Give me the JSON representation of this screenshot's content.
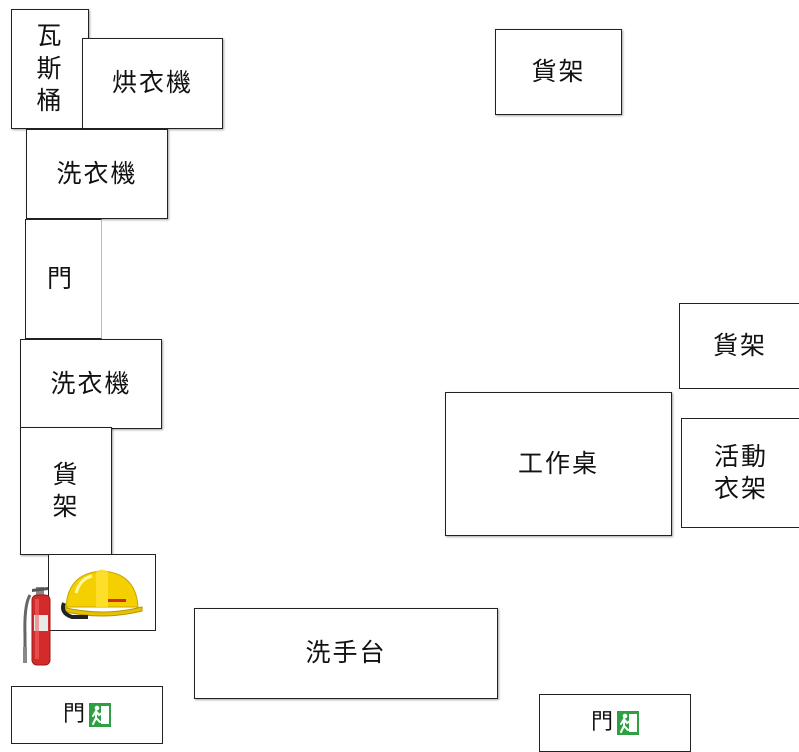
{
  "floorplan": {
    "gas_tank": [
      "瓦",
      "斯",
      "桶"
    ],
    "dryer": "烘衣機",
    "washer_top": "洗衣機",
    "door_left": "門",
    "washer_bottom": "洗衣機",
    "shelf_left": [
      "貨",
      "架"
    ],
    "shelf_top": "貨架",
    "shelf_right": "貨架",
    "workbench": "工作桌",
    "mobile_rack": [
      "活動",
      "衣架"
    ],
    "sink": "洗手台",
    "exit_left": "門",
    "exit_right": "門"
  },
  "colors": {
    "exit_green": "#2ea043",
    "helmet_yellow": "#f5d000",
    "extinguisher_red": "#d42a2a"
  },
  "icons": [
    "safety-helmet-icon",
    "fire-extinguisher-icon",
    "emergency-exit-icon"
  ]
}
